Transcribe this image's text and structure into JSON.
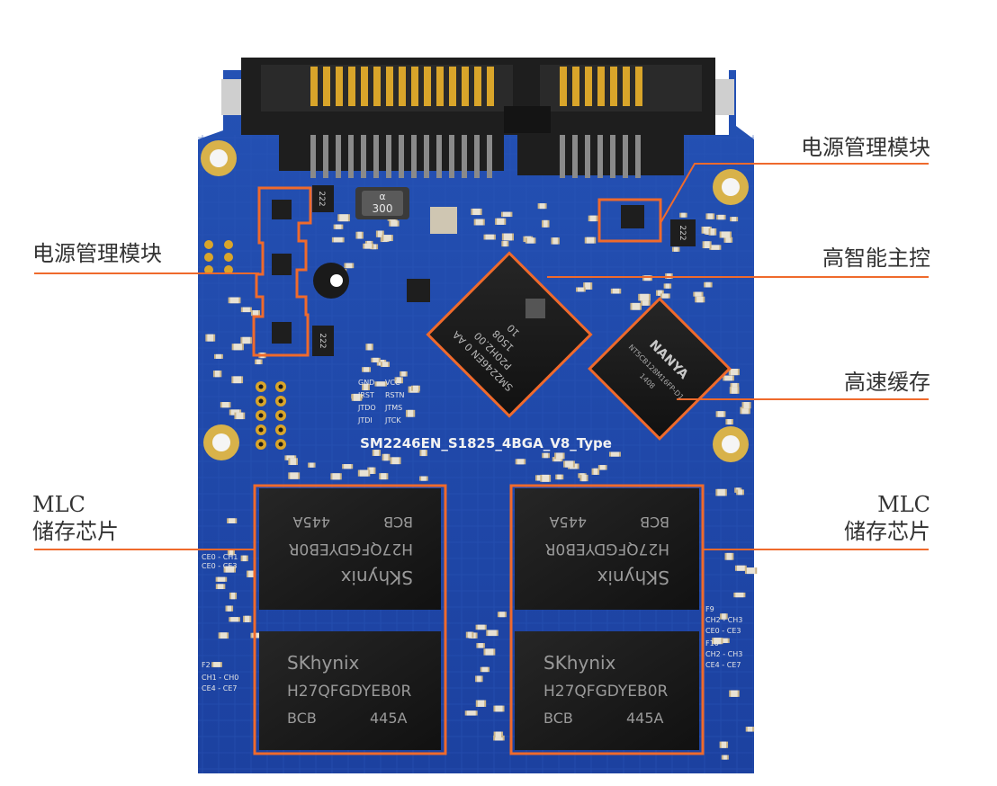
{
  "annotations": {
    "power_left": "电源管理模块",
    "power_right": "电源管理模块",
    "controller": "高智能主控",
    "cache": "高速缓存",
    "mlc_left_line1": "MLC",
    "mlc_left_line2": "储存芯片",
    "mlc_right_line1": "MLC",
    "mlc_right_line2": "储存芯片"
  },
  "board": {
    "silkscreen_model": "SM2246EN_S1825_4BGA_V8_Type",
    "debug_labels": [
      "GND",
      "VCC",
      "JRST",
      "RSTN",
      "JTDO",
      "JTMS",
      "JTDI",
      "JTCK"
    ],
    "bottom_left_labels": [
      "CE0 - CH1",
      "CE0 - CE3",
      "F2",
      "CH1 - CH0",
      "CE4 - CE7"
    ],
    "bottom_right_labels": [
      "F9",
      "CH2 - CH3",
      "CE0 - CE3",
      "F10",
      "CH2 - CH3",
      "CE4 - CE7"
    ]
  },
  "chips": {
    "controller_lines": [
      "SM2246EN 0 AA",
      "P20H2.00",
      "1508",
      "10"
    ],
    "cache_brand": "NANYA",
    "cache_lines": [
      "NT5CB128M16FP-D1",
      "1408"
    ],
    "inductor_text": "300",
    "inductor_symbol": "α",
    "part_222": "222",
    "nand_top_lines": [
      "SKhynix",
      "H27QFGDYEB0R",
      "BCB",
      "445A"
    ],
    "nand_bottom_brand": "SKhynix",
    "nand_bottom_part": "H27QFGDYEB0R",
    "nand_bottom_code1": "BCB",
    "nand_bottom_code2": "445A"
  },
  "colors": {
    "pcb": "#1f47a8",
    "pcb_light": "#2c5bc4",
    "connector": "#1e1e1e",
    "gold": "#d9a52a",
    "highlight": "#ef6a2c",
    "chip": "#1a1a1a",
    "label_text": "#333333"
  }
}
